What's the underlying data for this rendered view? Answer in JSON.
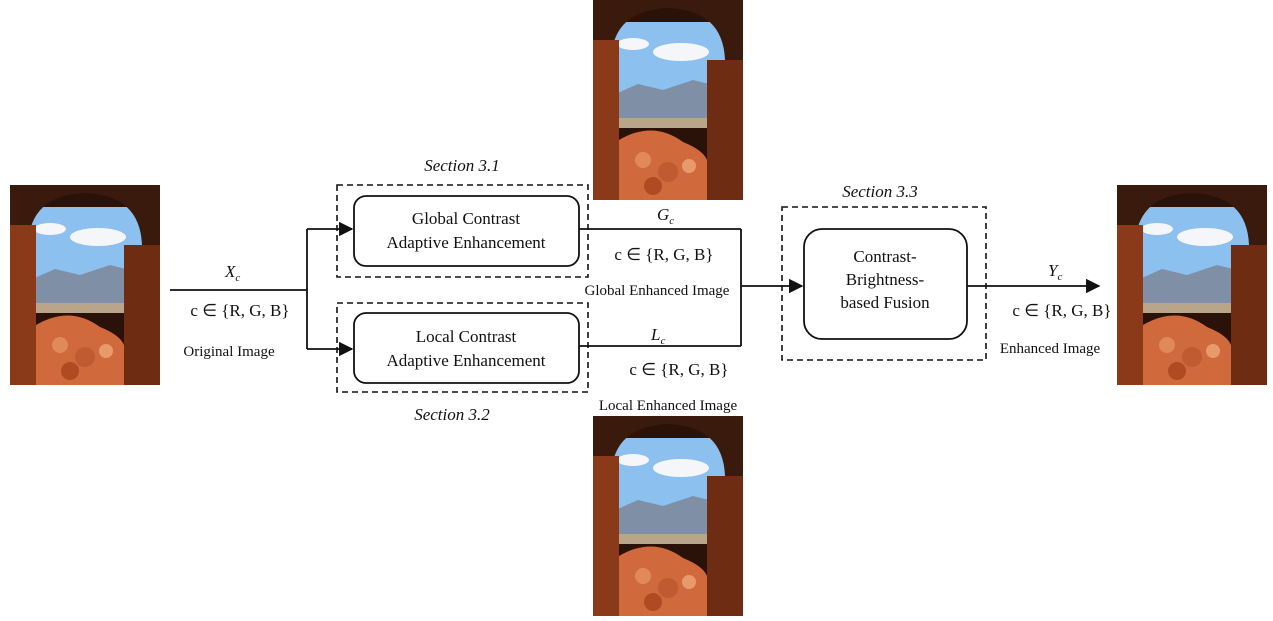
{
  "sections": {
    "global": "Section 3.1",
    "local": "Section 3.2",
    "fusion": "Section 3.3"
  },
  "blocks": {
    "global": [
      "Global Contrast",
      "Adaptive Enhancement"
    ],
    "local": [
      "Local Contrast",
      "Adaptive Enhancement"
    ],
    "fusion": [
      "Contrast-",
      "Brightness-",
      "based Fusion"
    ]
  },
  "signals": {
    "input": {
      "symbol": "X",
      "subscript": "c"
    },
    "global": {
      "symbol": "G",
      "subscript": "c"
    },
    "local": {
      "symbol": "L",
      "subscript": "c"
    },
    "output": {
      "symbol": "Y",
      "subscript": "c"
    },
    "channel_set": "c ∈ {R, G, B}"
  },
  "captions": {
    "original": "Original Image",
    "global": "Global Enhanced Image",
    "local": "Local Enhanced Image",
    "enhanced": "Enhanced Image"
  },
  "colors": {
    "sky": "#8cc0ee",
    "cloud": "#f4f6fa",
    "mountain": "#7f8fa6",
    "stone_dark": "#2a1208",
    "stone_warm": "#a8421c",
    "rubble": "#d06a3c"
  }
}
